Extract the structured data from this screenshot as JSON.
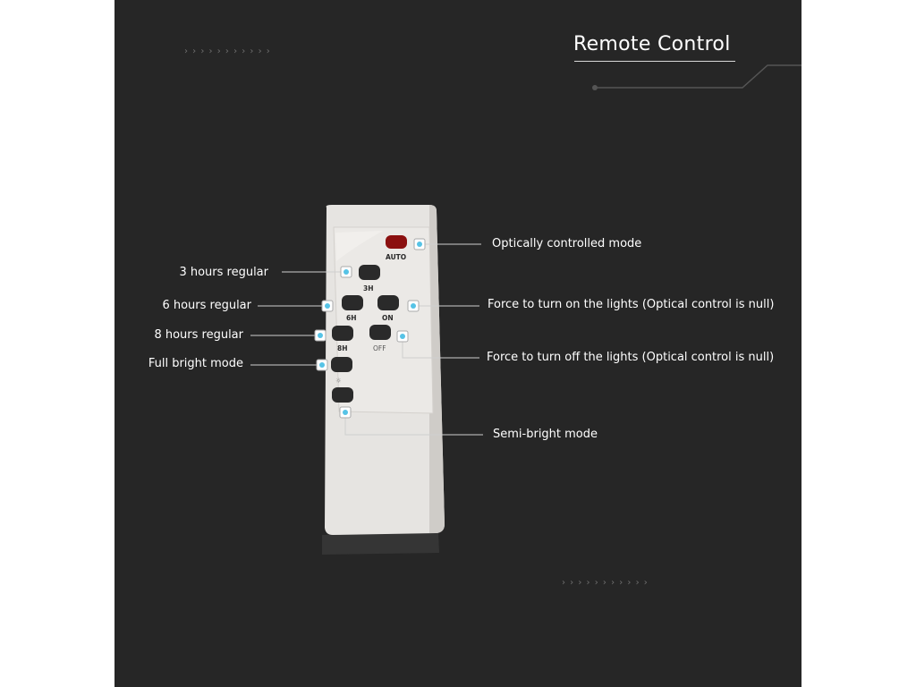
{
  "title": "Remote Control",
  "decor": {
    "chevrons_top": "› › › › › › › › › › ›",
    "chevrons_bottom": "› › › › › › › › › › ›"
  },
  "remote": {
    "buttons": {
      "auto": "AUTO",
      "h3": "3H",
      "h6": "6H",
      "on": "ON",
      "h8": "8H",
      "off": "OFF",
      "full_symbol": "☼"
    }
  },
  "labels": {
    "optical": "Optically controlled mode",
    "h3": "3 hours regular",
    "h6": "6 hours regular",
    "force_on": "Force to turn on the lights (Optical control is null)",
    "h8": "8 hours regular",
    "force_off": "Force to turn off the lights (Optical control is null)",
    "full": "Full bright mode",
    "semi": "Semi-bright mode"
  },
  "colors": {
    "background": "#262626",
    "remote_body": "#e6e4e1",
    "button": "#2a2a2a",
    "auto_button": "#8b1010",
    "marker": "#56c3e6",
    "lines": "#cfcfcf"
  }
}
